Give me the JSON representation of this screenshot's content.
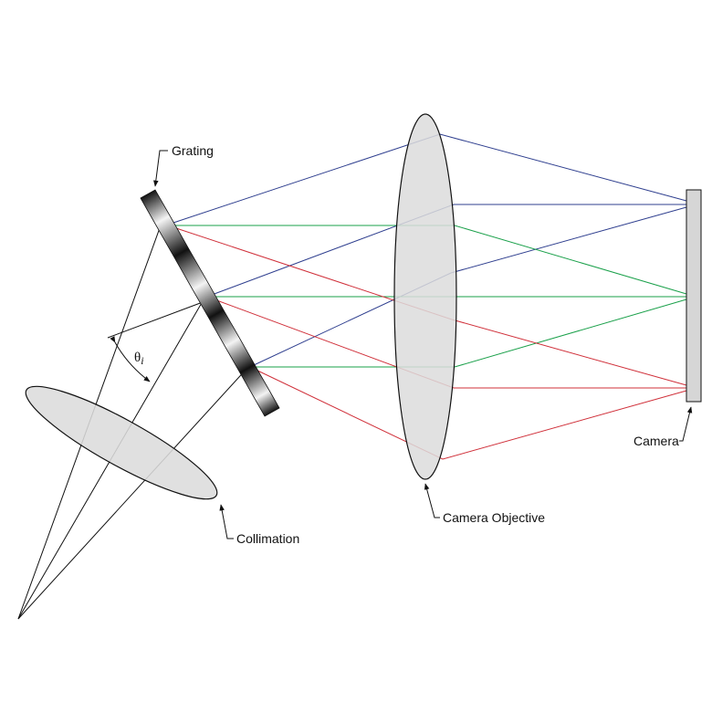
{
  "labels": {
    "grating": "Grating",
    "camera": "Camera",
    "camera_objective": "Camera Objective",
    "collimation": "Collimation",
    "theta_symbol": "θ",
    "theta_subscript": "i"
  },
  "colors": {
    "blue_ray": "#2f3f8f",
    "green_ray": "#1aa04a",
    "red_ray": "#d0303a",
    "black_ray": "#111111",
    "lens_fill": "#dcdcdc",
    "detector_fill": "#d6d6d6"
  }
}
